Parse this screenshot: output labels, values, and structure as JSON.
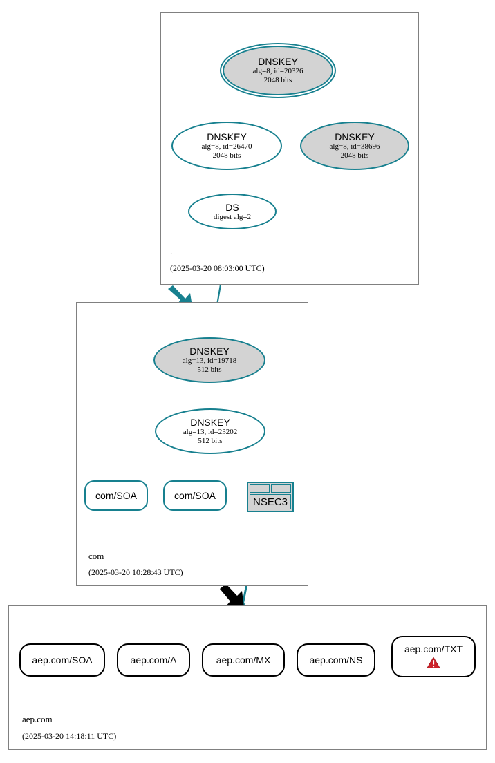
{
  "diagram": {
    "type": "dnssec-authentication-chain",
    "title": "aep.com DNSSEC authentication chain",
    "colors": {
      "secure_edge": "#17808f",
      "insecure_edge": "#000000",
      "node_border_secure": "#17808f",
      "node_border_insecure": "#000000",
      "node_fill_gray": "#d3d3d3",
      "node_fill_white": "#ffffff",
      "zone_border": "#808080",
      "warning_red": "#cc2229",
      "background": "#ffffff"
    }
  },
  "zones": [
    {
      "id": "root",
      "name": ".",
      "timestamp": "(2025-03-20 08:03:00 UTC)",
      "nodes": [
        {
          "id": "root-ksk",
          "kind": "DNSKEY",
          "title": "DNSKEY",
          "sub1": "alg=8, id=20326",
          "sub2": "2048 bits",
          "alg": 8,
          "key_id": 20326,
          "key_size": "2048 bits",
          "fill": "gray",
          "shape": "double-ellipse",
          "self_signed": true
        },
        {
          "id": "root-zsk-26470",
          "kind": "DNSKEY",
          "title": "DNSKEY",
          "sub1": "alg=8, id=26470",
          "sub2": "2048 bits",
          "alg": 8,
          "key_id": 26470,
          "key_size": "2048 bits",
          "fill": "white",
          "shape": "ellipse",
          "self_signed": false
        },
        {
          "id": "root-zsk-38696",
          "kind": "DNSKEY",
          "title": "DNSKEY",
          "sub1": "alg=8, id=38696",
          "sub2": "2048 bits",
          "alg": 8,
          "key_id": 38696,
          "key_size": "2048 bits",
          "fill": "gray",
          "shape": "ellipse",
          "self_signed": false
        },
        {
          "id": "root-ds",
          "kind": "DS",
          "title": "DS",
          "sub1": "digest alg=2",
          "sub2": "",
          "fill": "white",
          "shape": "ellipse",
          "self_signed": false
        }
      ]
    },
    {
      "id": "com",
      "name": "com",
      "timestamp": "(2025-03-20 10:28:43 UTC)",
      "nodes": [
        {
          "id": "com-ksk",
          "kind": "DNSKEY",
          "title": "DNSKEY",
          "sub1": "alg=13, id=19718",
          "sub2": "512 bits",
          "alg": 13,
          "key_id": 19718,
          "key_size": "512 bits",
          "fill": "gray",
          "shape": "ellipse",
          "self_signed": true
        },
        {
          "id": "com-zsk",
          "kind": "DNSKEY",
          "title": "DNSKEY",
          "sub1": "alg=13, id=23202",
          "sub2": "512 bits",
          "alg": 13,
          "key_id": 23202,
          "key_size": "512 bits",
          "fill": "white",
          "shape": "ellipse",
          "self_signed": false
        },
        {
          "id": "com-soa-1",
          "kind": "RRset",
          "title": "com/SOA",
          "shape": "rounded-box",
          "border": "secure"
        },
        {
          "id": "com-soa-2",
          "kind": "RRset",
          "title": "com/SOA",
          "shape": "rounded-box",
          "border": "secure"
        },
        {
          "id": "com-nsec3",
          "kind": "NSEC3",
          "title": "NSEC3",
          "shape": "table-box",
          "border": "secure"
        }
      ]
    },
    {
      "id": "aep.com",
      "name": "aep.com",
      "timestamp": "(2025-03-20 14:18:11 UTC)",
      "nodes": [
        {
          "id": "aep-soa",
          "kind": "RRset",
          "title": "aep.com/SOA",
          "shape": "rounded-box",
          "border": "insecure",
          "warning": false
        },
        {
          "id": "aep-a",
          "kind": "RRset",
          "title": "aep.com/A",
          "shape": "rounded-box",
          "border": "insecure",
          "warning": false
        },
        {
          "id": "aep-mx",
          "kind": "RRset",
          "title": "aep.com/MX",
          "shape": "rounded-box",
          "border": "insecure",
          "warning": false
        },
        {
          "id": "aep-ns",
          "kind": "RRset",
          "title": "aep.com/NS",
          "shape": "rounded-box",
          "border": "insecure",
          "warning": false
        },
        {
          "id": "aep-txt",
          "kind": "RRset",
          "title": "aep.com/TXT",
          "shape": "rounded-box",
          "border": "insecure",
          "warning": true,
          "warning_icon": "warning-triangle-icon"
        }
      ]
    }
  ],
  "edges": [
    {
      "from": "root-ksk",
      "to": "root-ksk",
      "style": "self-loop",
      "color": "secure"
    },
    {
      "from": "root-ksk",
      "to": "root-zsk-26470",
      "style": "arrow",
      "color": "secure"
    },
    {
      "from": "root-ksk",
      "to": "root-zsk-38696",
      "style": "arrow",
      "color": "secure"
    },
    {
      "from": "root-zsk-26470",
      "to": "root-ds",
      "style": "arrow",
      "color": "secure"
    },
    {
      "from": "root-ds",
      "to": "com-ksk",
      "style": "arrow",
      "color": "secure"
    },
    {
      "from": "root",
      "to": "com",
      "style": "thick-delegation",
      "color": "secure"
    },
    {
      "from": "com-ksk",
      "to": "com-ksk",
      "style": "self-loop",
      "color": "secure"
    },
    {
      "from": "com-ksk",
      "to": "com-zsk",
      "style": "arrow",
      "color": "secure"
    },
    {
      "from": "com-zsk",
      "to": "com-soa-1",
      "style": "arrow",
      "color": "secure"
    },
    {
      "from": "com-zsk",
      "to": "com-soa-2",
      "style": "arrow",
      "color": "secure"
    },
    {
      "from": "com-zsk",
      "to": "com-nsec3",
      "style": "arrow",
      "color": "secure"
    },
    {
      "from": "com-zsk",
      "to": "com-nsec3",
      "style": "arrow",
      "color": "secure"
    },
    {
      "from": "com-nsec3",
      "to": "aep.com",
      "style": "arrow",
      "color": "secure"
    },
    {
      "from": "com",
      "to": "aep.com",
      "style": "thick-delegation",
      "color": "insecure"
    }
  ]
}
